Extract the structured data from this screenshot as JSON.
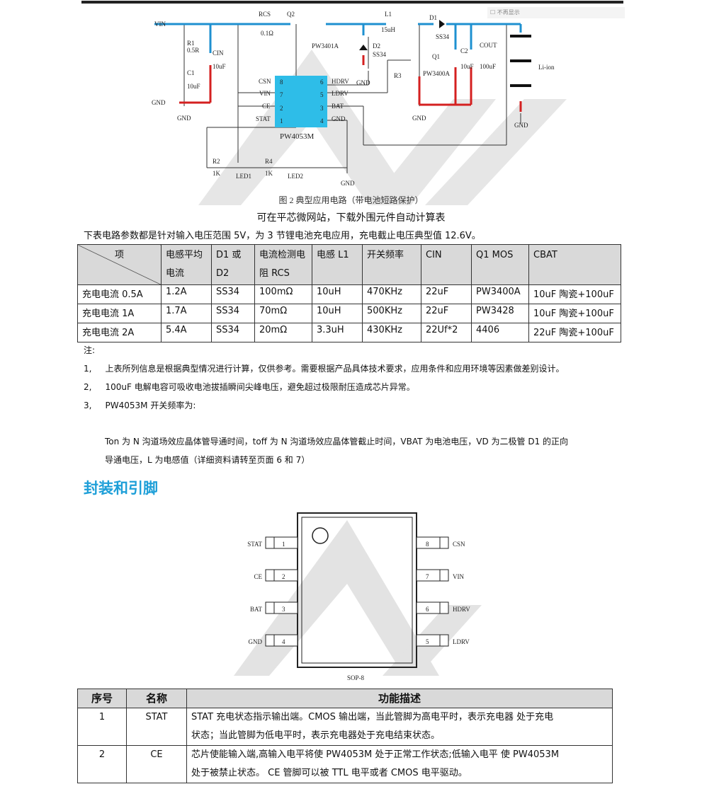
{
  "popup": "不再显示",
  "schematic": {
    "labels": {
      "vin": "VIN",
      "gnd_in": "GND",
      "rcs": "RCS",
      "rcs_val": "0.1Ω",
      "q2": "Q2",
      "q2_part": "PW3401A",
      "l1": "L1",
      "l1_val": "15uH",
      "d1": "D1",
      "d1_part": "SS34",
      "d2": "D2",
      "d2_part": "SS34",
      "r1": "R1",
      "r1_val": "0.5R",
      "c1": "C1",
      "c1_val": "10uF",
      "cin": "CIN",
      "cin_val": "10uF",
      "q1": "Q1",
      "q1_part": "PW3400A",
      "r3": "R3",
      "c2": "C2",
      "c2_val": "10uF",
      "cout": "COUT",
      "cout_val": "100uF",
      "battery": "Li-ion",
      "ic": "PW4053M",
      "r2": "R2",
      "r2_val": "1K",
      "led1": "LED1",
      "r4": "R4",
      "r4_val": "1K",
      "led2": "LED2",
      "gnd": "GND"
    },
    "ic_pins": {
      "csn": "CSN",
      "p8": "8",
      "vin": "VIN",
      "p7": "7",
      "ce": "CE",
      "p2": "2",
      "stat": "STAT",
      "p1": "1",
      "hdrv": "HDRV",
      "p6": "6",
      "ldrv": "LDRV",
      "p5": "5",
      "bat": "BAT",
      "p3": "3",
      "gnd": "GND",
      "p4": "4"
    },
    "colors": {
      "vin_wire": "#1e90d0",
      "gnd_wire": "#d42020",
      "ic": "#2ebde8"
    }
  },
  "caption": "图 2 典型应用电路（带电池短路保护）",
  "subtitle": "可在平芯微网站，下载外围元件自动计算表",
  "intro": "下表电路参数都是针对输入电压范围 5V，为 3 节锂电池充电应用，充电截止电压典型值 12.6V。",
  "param_table": {
    "headers": [
      "项",
      "电感平均电流",
      "D1 或 D2",
      "电流检测电阻 RCS",
      "电感 L1",
      "开关频率",
      "CIN",
      "Q1 MOS",
      "CBAT"
    ],
    "rows": [
      [
        "充电电流 0.5A",
        "1.2A",
        "SS34",
        "100mΩ",
        "10uH",
        "470KHz",
        "22uF",
        "PW3400A",
        "10uF 陶瓷+100uF"
      ],
      [
        "充电电流 1A",
        "1.7A",
        "SS34",
        "70mΩ",
        "10uH",
        "500KHz",
        "22uF",
        "PW3428",
        "10uF 陶瓷+100uF"
      ],
      [
        "充电电流 2A",
        "5.4A",
        "SS34",
        "20mΩ",
        "3.3uH",
        "430KHz",
        "22Uf*2",
        "4406",
        "22uF 陶瓷+100uF"
      ]
    ]
  },
  "notes": {
    "title": "注:",
    "items": [
      {
        "num": "1,",
        "text": "上表所列信息是根据典型情况进行计算，仅供参考。需要根据产品具体技术要求，应用条件和应用环境等因素做差别设计。"
      },
      {
        "num": "2,",
        "text": "100uF 电解电容可吸收电池拔插瞬间尖峰电压，避免超过极限耐压造成芯片异常。"
      },
      {
        "num": "3,",
        "text": "PW4053M 开关频率为:"
      }
    ],
    "para1": "Ton 为 N 沟道场效应晶体管导通时间，toff 为 N 沟道场效应晶体管截止时间，VBAT 为电池电压，VD 为二极管 D1 的正向",
    "para2": "导通电压，L 为电感值（详细资料请转至页面 6 和 7）"
  },
  "section_heading": "封装和引脚",
  "package": {
    "name": "SOP-8",
    "left_pins": [
      {
        "num": "1",
        "name": "STAT"
      },
      {
        "num": "2",
        "name": "CE"
      },
      {
        "num": "3",
        "name": "BAT"
      },
      {
        "num": "4",
        "name": "GND"
      }
    ],
    "right_pins": [
      {
        "num": "8",
        "name": "CSN"
      },
      {
        "num": "7",
        "name": "VIN"
      },
      {
        "num": "6",
        "name": "HDRV"
      },
      {
        "num": "5",
        "name": "LDRV"
      }
    ]
  },
  "pin_table": {
    "headers": [
      "序号",
      "名称",
      "功能描述"
    ],
    "rows": [
      {
        "num": "1",
        "name": "STAT",
        "l1": "STAT  充电状态指示输出端。CMOS 输出端，当此管脚为高电平时，表示充电器  处于充电",
        "l2": "状态；当此管脚为低电平时，表示充电器处于充电结束状态。"
      },
      {
        "num": "2",
        "name": "CE",
        "l1": "芯片使能输入端,高输入电平将使 PW4053M 处于正常工作状态;低输入电平  使 PW4053M",
        "l2": "处于被禁止状态。 CE 管脚可以被 TTL 电平或者 CMOS 电平驱动。"
      }
    ]
  }
}
